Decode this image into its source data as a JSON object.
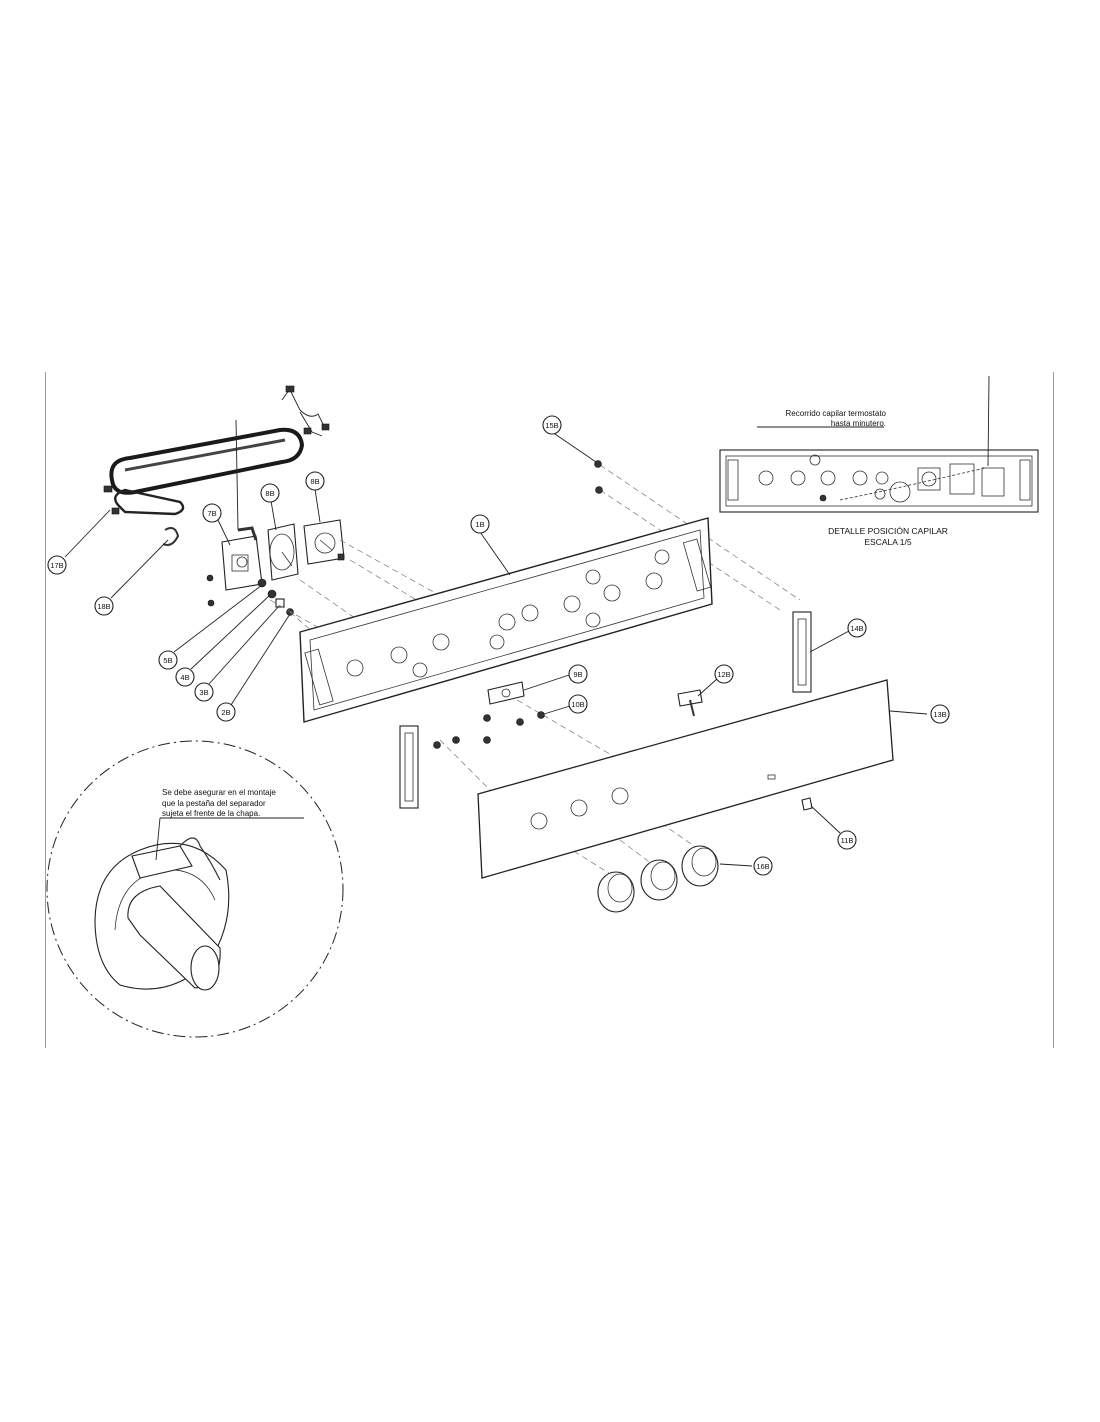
{
  "parts": {
    "p1": "1B",
    "p2": "2B",
    "p3": "3B",
    "p4": "4B",
    "p5": "5B",
    "p7": "7B",
    "p8a": "8B",
    "p8b": "8B",
    "p9": "9B",
    "p10": "10B",
    "p11": "11B",
    "p12": "12B",
    "p13": "13B",
    "p14": "14B",
    "p15": "15B",
    "p16": "16B",
    "p17": "17B",
    "p18": "18B"
  },
  "detail": {
    "capillary_note_line1": "Recorrido capilar termostato",
    "capillary_note_line2": "hasta minutero.",
    "title_line1": "DETALLE POSICIÓN CAPILAR",
    "title_line2": "ESCALA  1/5"
  },
  "zoom_note": {
    "line1": "Se debe asegurar en el montaje",
    "line2": "que la pestaña del separador",
    "line3": "sujeta el frente de la chapa."
  }
}
